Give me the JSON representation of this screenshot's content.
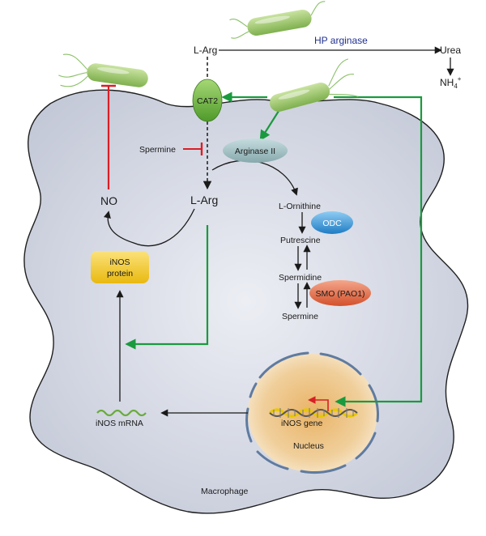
{
  "labels": {
    "hp_arginase": "HP arginase",
    "l_arg_top": "L-Arg",
    "urea": "Urea",
    "nh4": "NH",
    "nh4_sub": "4",
    "nh4_sup": "+",
    "cat2": "CAT2",
    "spermine_inhibitor": "Spermine",
    "arginase_ii": "Arginase II",
    "no": "NO",
    "l_arg_center": "L-Arg",
    "l_ornithine": "L-Ornithine",
    "odc": "ODC",
    "putrescine": "Putrescine",
    "spermidine": "Spermidine",
    "smo": "SMO (PAO1)",
    "spermine_bottom": "Spermine",
    "inos_protein_1": "iNOS",
    "inos_protein_2": "protein",
    "inos_mrna": "iNOS mRNA",
    "inos_gene": "iNOS gene",
    "nucleus": "Nucleus",
    "macrophage": "Macrophage"
  },
  "colors": {
    "cell_fill": "#d4d8e4",
    "cell_stroke": "#1f1f1f",
    "green_arrow": "#1a9a3e",
    "red_inhibit": "#d81f26",
    "hp_arginase_text": "#1f2f8f",
    "bacterium": "#9cc76a",
    "cat2": "#6fb23d",
    "arginase_ii": "#9fbcbf",
    "odc": "#2b8fd4",
    "smo": "#e2673c",
    "inos_protein": "#f3cb2c",
    "nucleus_fill": "#e8b56a",
    "nucleus_envelope": "#5f7ba0",
    "dna_yellow": "#e8c800"
  },
  "icons": [
    "bacterium-icon",
    "dna-helix-icon",
    "mrna-wave-icon",
    "transcription-start-arrow-icon"
  ]
}
